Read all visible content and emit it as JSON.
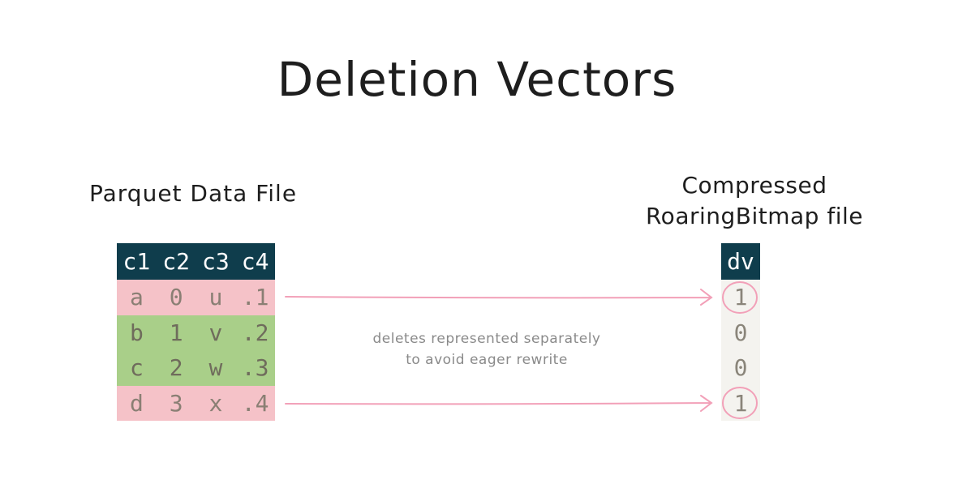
{
  "title": "Deletion Vectors",
  "parquet_label": "Parquet Data File",
  "bitmap_label_lines": [
    "Compressed",
    "RoaringBitmap file"
  ],
  "table": {
    "headers": [
      "c1",
      "c2",
      "c3",
      "c4"
    ],
    "rows": [
      {
        "cells": [
          "a",
          "0",
          "u",
          ".1"
        ],
        "deleted": true
      },
      {
        "cells": [
          "b",
          "1",
          "v",
          ".2"
        ],
        "deleted": false
      },
      {
        "cells": [
          "c",
          "2",
          "w",
          ".3"
        ],
        "deleted": false
      },
      {
        "cells": [
          "d",
          "3",
          "x",
          ".4"
        ],
        "deleted": true
      }
    ]
  },
  "dv": {
    "header": "dv",
    "values": [
      "1",
      "0",
      "0",
      "1"
    ]
  },
  "note_lines": [
    "deletes represented separately",
    "to avoid eager rewrite"
  ],
  "colors": {
    "header_bg": "#0f3d4c",
    "deleted_row": "#f5c2c8",
    "kept_row": "#a9cf89",
    "arrow": "#f2a0b8"
  }
}
